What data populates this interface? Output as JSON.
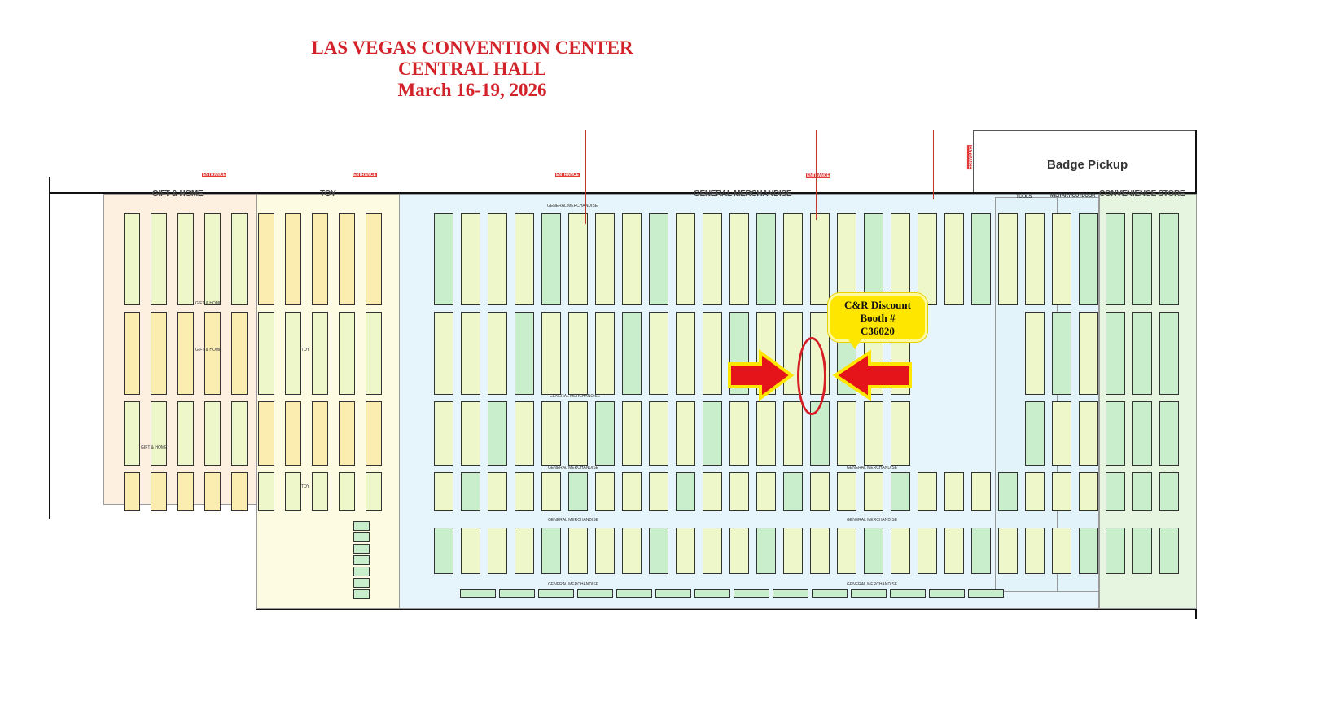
{
  "title": {
    "line1": "LAS VEGAS CONVENTION CENTER",
    "line2": "CENTRAL HALL",
    "line3": "March 16-19, 2026"
  },
  "badge_pickup": "Badge Pickup",
  "entrance_label": "ENTRANCE",
  "sections": {
    "gift_home": "GIFT & HOME",
    "toy": "TOY",
    "general_merchandise": "GENERAL MERCHANDISE",
    "tools": "TOOLS",
    "military_outdoor": "MILITARY/OUTDOOR",
    "convenience_store": "CONVENIENCE STORE"
  },
  "callout": {
    "line1": "C&R Discount",
    "line2": "Booth #",
    "line3": "C36020"
  },
  "colors": {
    "gift_home": "#fdf0e0",
    "toy": "#fdfbe2",
    "general_merchandise": "#e6f5fc",
    "convenience_store": "#e5f5df",
    "booth_light": "#eef7c9",
    "booth_green": "#c9eecb",
    "booth_yellow": "#fbecb0",
    "title_red": "#d2232a",
    "arrow_red": "#e5141b",
    "callout_yellow": "#ffe600"
  }
}
